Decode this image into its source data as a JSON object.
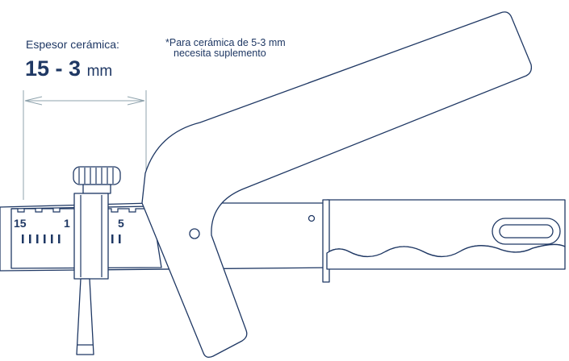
{
  "thickness": {
    "label": "Espesor cerámica:",
    "range": "15 - 3",
    "unit": "mm"
  },
  "note": {
    "line1": "*Para cerámica de 5-3 mm",
    "line2": "necesita suplemento"
  },
  "scale": {
    "marks": [
      "15",
      "1",
      "5"
    ]
  },
  "colors": {
    "ink": "#1f3864",
    "dimension": "#8fa3ad"
  }
}
